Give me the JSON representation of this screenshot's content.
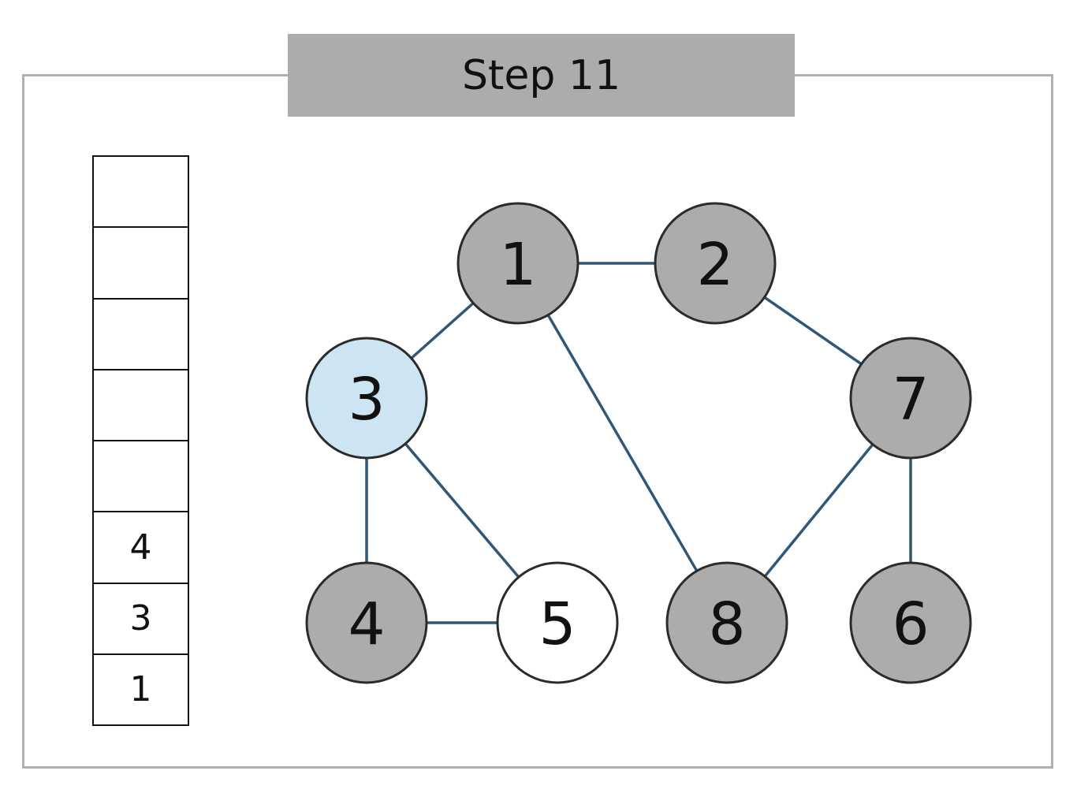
{
  "title": "Step 11",
  "colors": {
    "frame_border": "#b0b0b0",
    "banner": "#acacac",
    "visited_node": "#acacac",
    "current_node": "#cde4f3",
    "unvisited_node": "#ffffff",
    "node_stroke": "#2b2b2b",
    "edge": "#2f5878"
  },
  "stack": [
    "",
    "",
    "",
    "",
    "",
    "4",
    "3",
    "1"
  ],
  "graph": {
    "nodes": [
      {
        "id": "1",
        "label": "1",
        "state": "visited"
      },
      {
        "id": "2",
        "label": "2",
        "state": "visited"
      },
      {
        "id": "3",
        "label": "3",
        "state": "current"
      },
      {
        "id": "7",
        "label": "7",
        "state": "visited"
      },
      {
        "id": "4",
        "label": "4",
        "state": "visited"
      },
      {
        "id": "5",
        "label": "5",
        "state": "unvisited"
      },
      {
        "id": "8",
        "label": "8",
        "state": "visited"
      },
      {
        "id": "6",
        "label": "6",
        "state": "visited"
      }
    ],
    "edges": [
      [
        "1",
        "2"
      ],
      [
        "1",
        "3"
      ],
      [
        "1",
        "8"
      ],
      [
        "2",
        "7"
      ],
      [
        "3",
        "4"
      ],
      [
        "3",
        "5"
      ],
      [
        "4",
        "5"
      ],
      [
        "7",
        "8"
      ],
      [
        "7",
        "6"
      ]
    ]
  }
}
